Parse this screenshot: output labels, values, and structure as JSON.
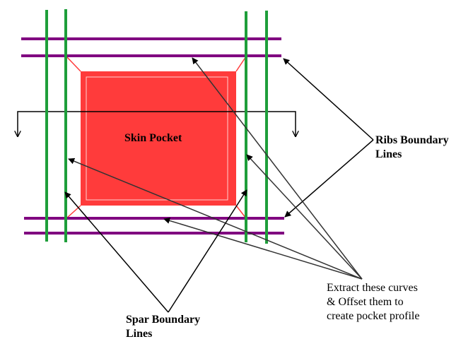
{
  "labels": {
    "skin_pocket": "Skin Pocket",
    "ribs_line_1": "Ribs Boundary",
    "ribs_line_2": "Lines",
    "spar_line_1": "Spar Boundary",
    "spar_line_2": "Lines",
    "extract_line_1": "Extract these curves",
    "extract_line_2": "& Offset them to",
    "extract_line_3": "create pocket profile"
  },
  "colors": {
    "spar": "#1e9e3a",
    "rib": "#800080",
    "pocket_fill": "#ff3b3b",
    "pocket_inner_border": "#ffd0d0",
    "corner_fillet": "#ff3b3b",
    "arrow": "#000000",
    "section_line": "#000000"
  }
}
